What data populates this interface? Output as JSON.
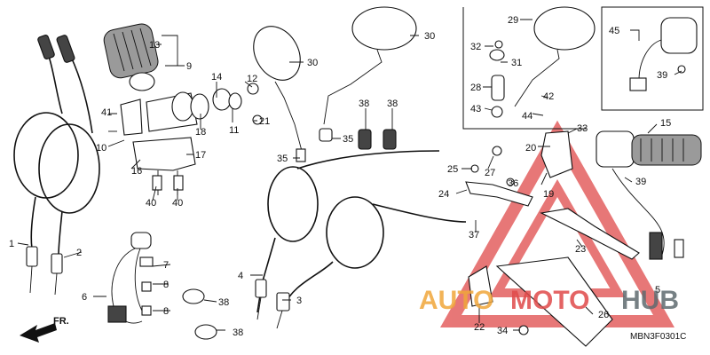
{
  "diagram": {
    "code": "MBN3F0301C",
    "direction_label": "FR.",
    "watermark": {
      "part1": "AUTO",
      "part2": "MOTO",
      "part3": "HUB",
      "color_orange": "#f0a63a",
      "color_red": "#e04a4a",
      "color_gray": "#5f6b6f"
    },
    "callouts": {
      "c1": "1",
      "c2": "2",
      "c3": "3",
      "c4": "4",
      "c5": "5",
      "c6": "6",
      "c7": "7",
      "c8a": "8",
      "c8b": "8",
      "c9": "9",
      "c10": "10",
      "c11": "11",
      "c12": "12",
      "c13": "13",
      "c14": "14",
      "c15": "15",
      "c16": "16",
      "c17": "17",
      "c18": "18",
      "c19": "19",
      "c20": "20",
      "c21": "21",
      "c22": "22",
      "c23": "23",
      "c24": "24",
      "c25": "25",
      "c26": "26",
      "c27": "27",
      "c28": "28",
      "c29": "29",
      "c30a": "30",
      "c30b": "30",
      "c31": "31",
      "c32": "32",
      "c33": "33",
      "c34": "34",
      "c35a": "35",
      "c35b": "35",
      "c36": "36",
      "c37": "37",
      "c38a": "38",
      "c38b": "38",
      "c38c": "38",
      "c38d": "38",
      "c39a": "39",
      "c39b": "39",
      "c40a": "40",
      "c40b": "40",
      "c41": "41",
      "c42": "42",
      "c43": "43",
      "c44": "44",
      "c45": "45"
    }
  }
}
